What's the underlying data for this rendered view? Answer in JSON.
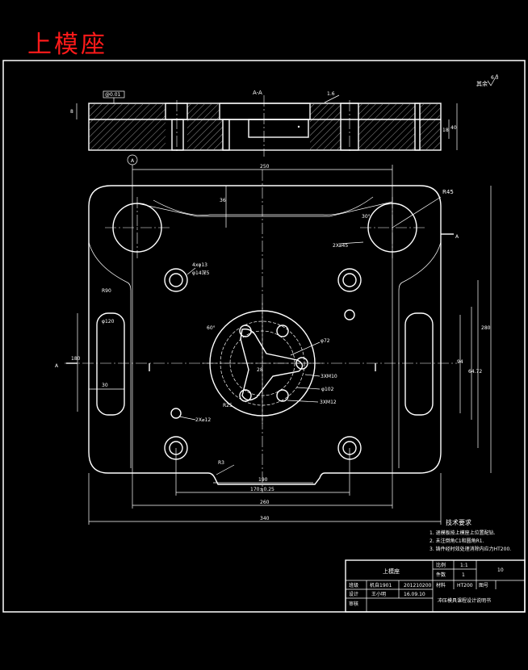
{
  "title": "上模座",
  "section": {
    "label": "A-A",
    "tag": "@0.01",
    "roughness_main": "1.6",
    "roughness_all": "其余",
    "roughness_all_value": "6.3"
  },
  "dimensions": {
    "width_250": "250",
    "width_340": "340",
    "width_260": "260",
    "width_170": "170±0.25",
    "width_190": "190",
    "height_280": "280",
    "height_94": "94",
    "height_64": "64.72",
    "left_30": "30",
    "left_180": "180",
    "top_36": "36",
    "r_ref": "R45",
    "r3": "R3",
    "r25": "R25",
    "r90": "R90",
    "d72": "φ72",
    "d102": "φ102",
    "d120": "φ120",
    "guide_holes": "2X⌀45",
    "side_8": "8",
    "side_18": "18",
    "side_40": "40",
    "angle_30": "30°",
    "angle_60": "60°",
    "hole_label_1": "4xφ13",
    "hole_label_2": "φ14深5",
    "pin_label": "2X⌀12",
    "small_3x10": "3XM10",
    "small_3x12": "3XM12",
    "center_mark": "28",
    "section_a": "A",
    "section_a2": "A"
  },
  "notes": {
    "heading": "技术要求",
    "items": [
      "1. 退模板按上模座上位置配钻.",
      "2. 未注倒角C1和圆角R1.",
      "3. 铸件经时效处理消除内应力HT200."
    ]
  },
  "title_block": {
    "part_name": "上模座",
    "ratio_label": "比例",
    "ratio": "1:1",
    "qty_label": "件数",
    "qty": "1",
    "sheet_no": "10",
    "material_label": "材料",
    "material": "HT200",
    "drawing_label": "图号",
    "class_label": "班级",
    "class": "机自1901",
    "student_id": "201210200",
    "designer_label": "设计",
    "designer": "王小明",
    "date": "16.09.10",
    "reviewer_label": "审核",
    "school": "冲压模具课程设计说明书"
  }
}
